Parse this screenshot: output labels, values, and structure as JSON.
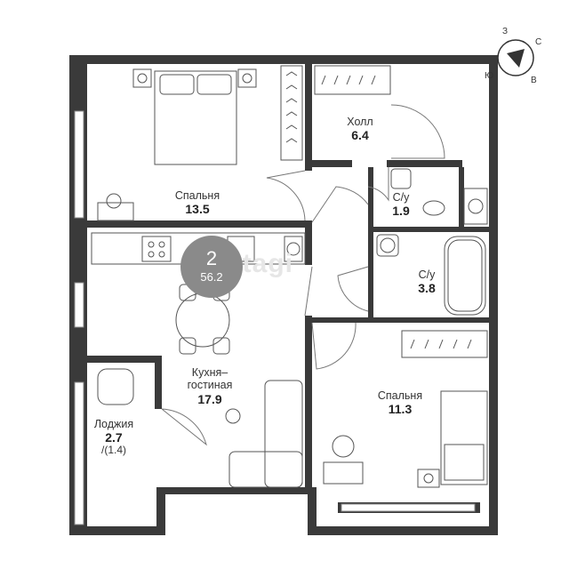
{
  "colors": {
    "wall": "#3a3a3a",
    "fixture": "#555555",
    "badge": "#8a8a8a"
  },
  "badge": {
    "rooms": "2",
    "total_area": "56.2"
  },
  "watermark": "etagi",
  "compass": {
    "north": "С",
    "east": "В",
    "south": "Ю",
    "west": "З"
  },
  "rooms": [
    {
      "id": "bedroom-1",
      "name": "Спальня",
      "area": "13.5"
    },
    {
      "id": "hall",
      "name": "Холл",
      "area": "6.4"
    },
    {
      "id": "wc",
      "name": "С/у",
      "area": "1.9"
    },
    {
      "id": "bathroom",
      "name": "С/у",
      "area": "3.8"
    },
    {
      "id": "kitchen-living",
      "name": "Кухня–",
      "name2": "гостиная",
      "area": "17.9"
    },
    {
      "id": "bedroom-2",
      "name": "Спальня",
      "area": "11.3"
    },
    {
      "id": "loggia",
      "name": "Лоджия",
      "area": "2.7",
      "sub": "/(1.4)"
    }
  ]
}
